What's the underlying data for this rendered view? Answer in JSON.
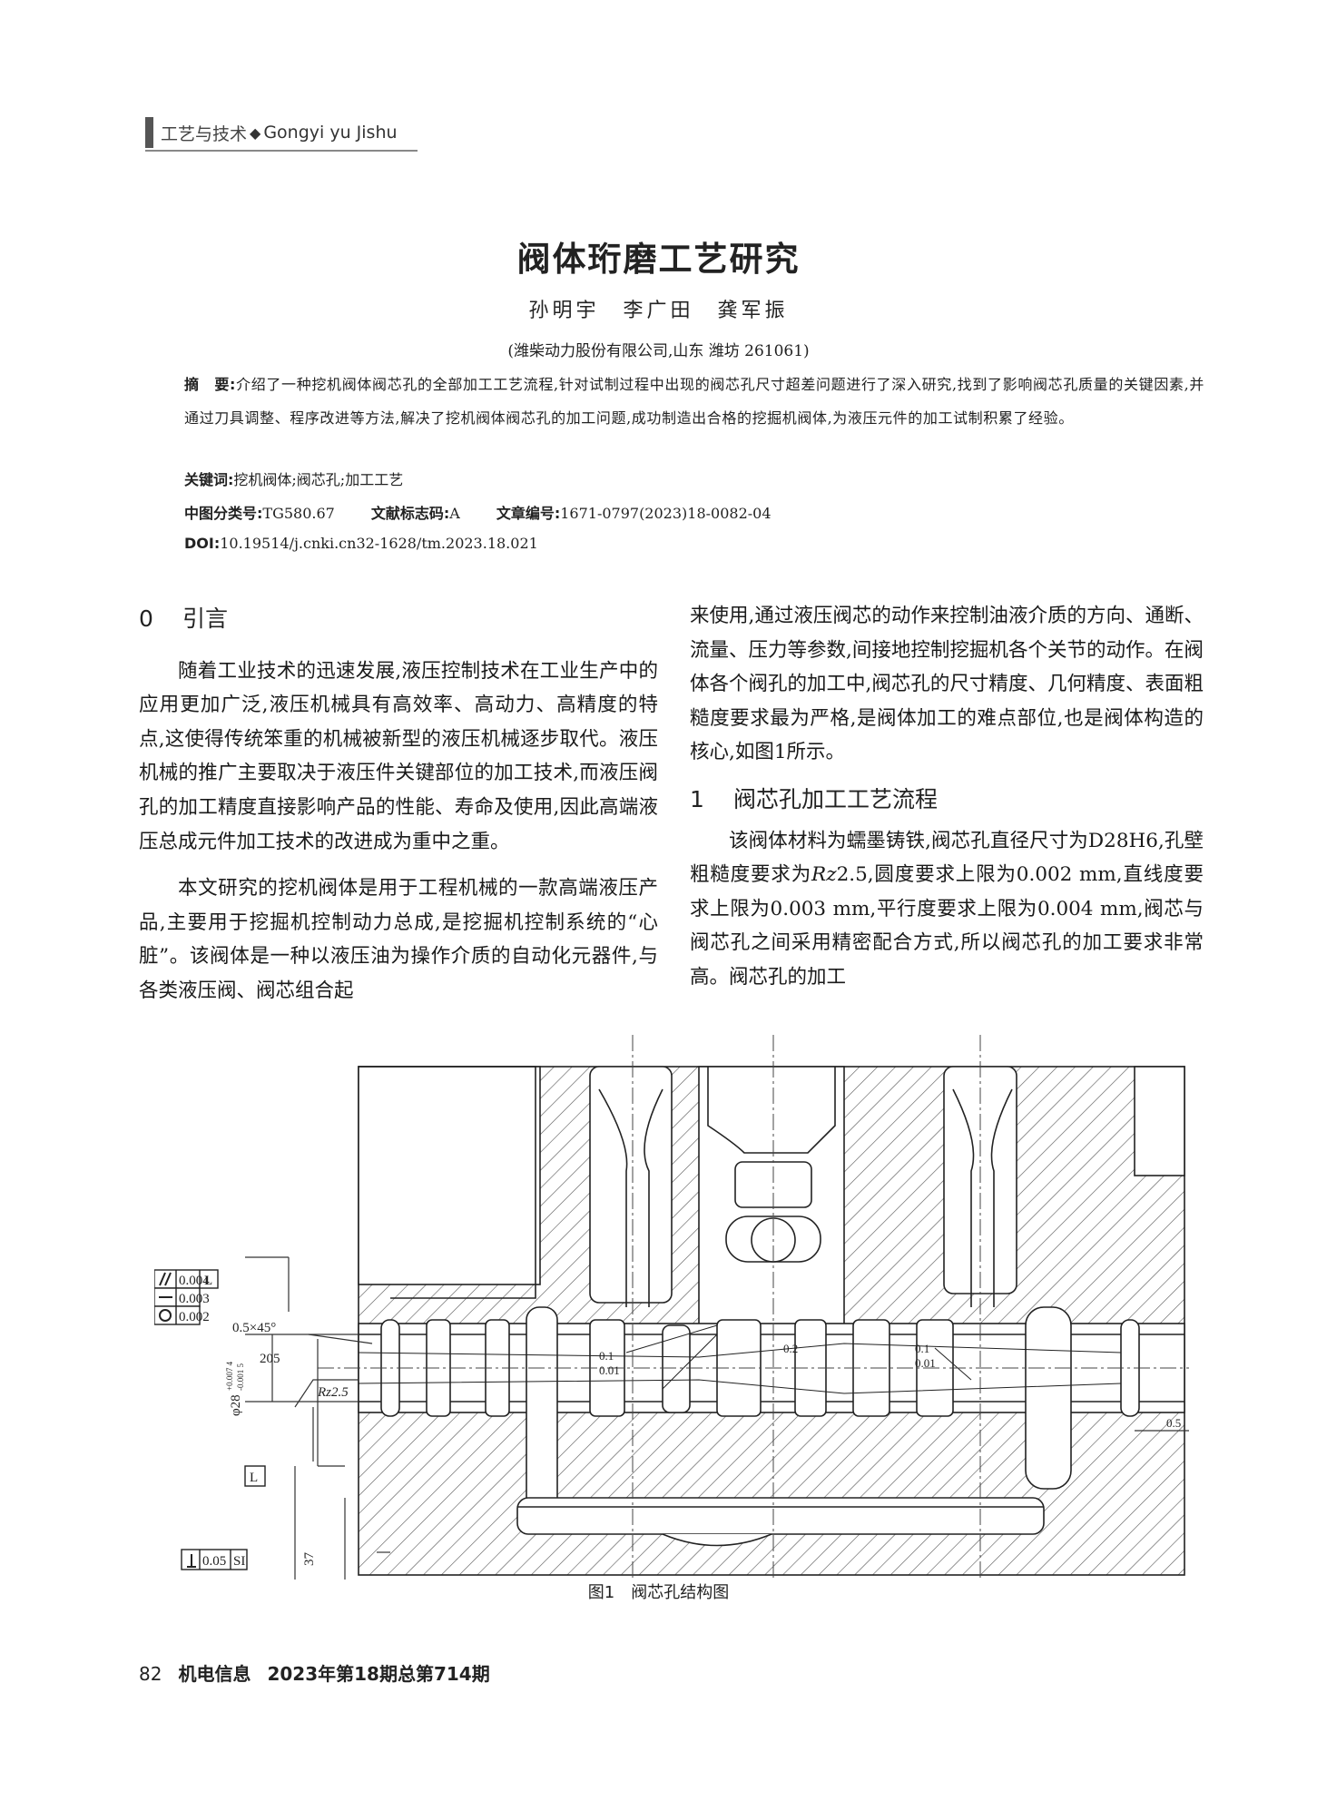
{
  "header": {
    "section_zh": "工艺与技术",
    "section_en": "Gongyi yu Jishu"
  },
  "title": "阀体珩磨工艺研究",
  "authors": "孙明宇　李广田　龚军振",
  "affiliation": "(潍柴动力股份有限公司,山东 潍坊 261061)",
  "abstract": {
    "label": "摘　要:",
    "text": "介绍了一种挖机阀体阀芯孔的全部加工工艺流程,针对试制过程中出现的阀芯孔尺寸超差问题进行了深入研究,找到了影响阀芯孔质量的关键因素,并通过刀具调整、程序改进等方法,解决了挖机阀体阀芯孔的加工问题,成功制造出合格的挖掘机阀体,为液压元件的加工试制积累了经验。"
  },
  "keywords": {
    "label": "关键词:",
    "text": "挖机阀体;阀芯孔;加工工艺"
  },
  "classification": {
    "clc_label": "中图分类号:",
    "clc": "TG580.67",
    "doc_label": "文献标志码:",
    "doc": "A",
    "article_label": "文章编号:",
    "article": "1671-0797(2023)18-0082-04"
  },
  "doi": {
    "label": "DOI:",
    "text": "10.19514/j.cnki.cn32-1628/tm.2023.18.021"
  },
  "section0": {
    "num": "0",
    "title": "引言",
    "p1": "随着工业技术的迅速发展,液压控制技术在工业生产中的应用更加广泛,液压机械具有高效率、高动力、高精度的特点,这使得传统笨重的机械被新型的液压机械逐步取代。液压机械的推广主要取决于液压件关键部位的加工技术,而液压阀孔的加工精度直接影响产品的性能、寿命及使用,因此高端液压总成元件加工技术的改进成为重中之重。",
    "p2": "本文研究的挖机阀体是用于工程机械的一款高端液压产品,主要用于挖掘机控制动力总成,是挖掘机控制系统的“心脏”。该阀体是一种以液压油为操作介质的自动化元器件,与各类液压阀、阀芯组合起"
  },
  "right_col": {
    "p_cont": "来使用,通过液压阀芯的动作来控制油液介质的方向、通断、流量、压力等参数,间接地控制挖掘机各个关节的动作。在阀体各个阀孔的加工中,阀芯孔的尺寸精度、几何精度、表面粗糙度要求最为严格,是阀体加工的难点部位,也是阀体构造的核心,如图1所示。",
    "section1_num": "1",
    "section1_title": "阀芯孔加工工艺流程",
    "p1_a": "该阀体材料为蠕墨铸铁,阀芯孔直径尺寸为D28H6,孔壁粗糙度要求为",
    "p1_rz": "Rz",
    "p1_b": "2.5,圆度要求上限为0.002 mm,直线度要求上限为0.003 mm,平行度要求上限为0.004 mm,阀芯与阀芯孔之间采用精密配合方式,所以阀芯孔的加工要求非常高。阀芯孔的加工"
  },
  "figure": {
    "caption": "图1　阀芯孔结构图",
    "tol_parallel": "0.004",
    "tol_parallel_datum": "L",
    "tol_straight": "0.003",
    "tol_round": "0.002",
    "chamfer": "0.5×45°",
    "dim_205": "205",
    "dia_base": "φ28",
    "dia_upper": "+0.007 4",
    "dia_lower": "-0.001 5",
    "rz_label": "Rz2.5",
    "datum_L": "L",
    "dim_37": "37",
    "tol_perp": "0.05",
    "tol_perp_datum": "SI",
    "ann_01a": "0.1",
    "ann_001a": "0.01",
    "ann_02": "0.2",
    "ann_01b": "0.1",
    "ann_001b": "0.01",
    "ann_05": "0.5"
  },
  "footer": {
    "page": "82",
    "journal": "机电信息",
    "issue": "2023年第18期总第714期"
  }
}
